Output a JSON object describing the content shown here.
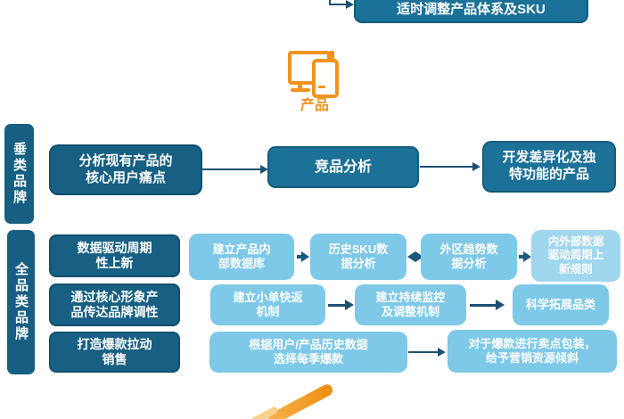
{
  "colors": {
    "dark_blue": "#176083",
    "medium_blue": "#1b7197",
    "light_blue": "#7ec8e8",
    "arrow_blue": "#1d5070",
    "accent_orange": "#f1931f"
  },
  "top_flow": {
    "adjust_box": "适时调整产品体系及SKU"
  },
  "product": {
    "icon": "monitor-and-phone-icon",
    "label": "产品"
  },
  "sections": {
    "vertical_brand": {
      "label": "垂类品牌",
      "steps": [
        "分析现有产品的\n核心用户痛点",
        "竞品分析",
        "开发差异化及独\n特功能的产品"
      ]
    },
    "full_category_brand": {
      "label": "全品类品牌",
      "rows": [
        {
          "heading": "数据驱动周期\n性上新",
          "steps": [
            "建立产品内\n部数据库",
            "历史SKU数\n据分析",
            "外区趋势数\n据分析",
            "内外部数据\n驱动周期上\n新规则"
          ]
        },
        {
          "heading": "通过核心形象产\n品传达品牌调性",
          "steps": [
            "建立小单快返\n机制",
            "建立持续监控\n及调整机制",
            "科学拓展品类"
          ]
        },
        {
          "heading": "打造爆款拉动\n销售",
          "steps": [
            "根据用户/产品历史数据\n选择每季爆款",
            "对于爆款进行卖点包装，\n给予营销资源倾斜"
          ]
        }
      ]
    }
  }
}
